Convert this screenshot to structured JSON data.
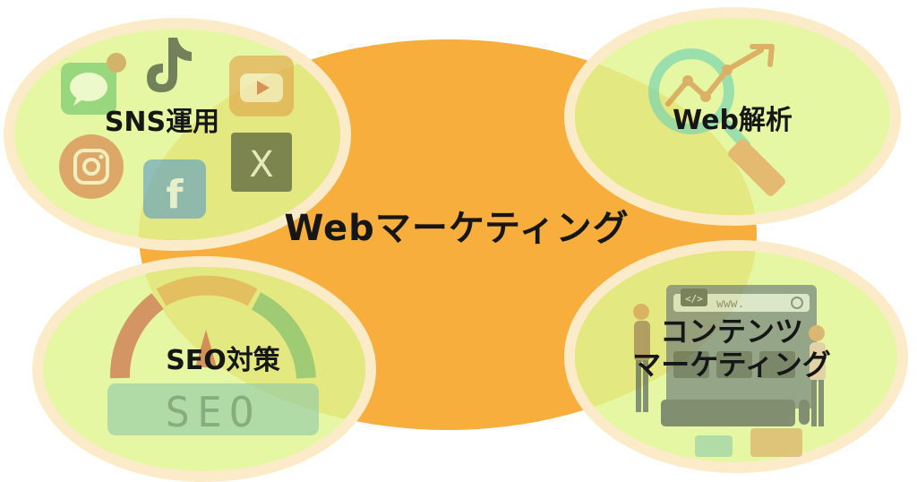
{
  "center": {
    "label": "Webマーケティング"
  },
  "nodes": {
    "sns": {
      "label": "SNS運用"
    },
    "web_analytics": {
      "label": "Web解析"
    },
    "seo": {
      "label": "SEO対策"
    },
    "content": {
      "line1": "コンテンツ",
      "line2": "マーケティング"
    }
  },
  "decorations": {
    "seo_badge_text": "SEO",
    "browser_url_text": "www.",
    "code_tag_text": "</>",
    "facebook_glyph": "f",
    "x_glyph": "X"
  },
  "colors": {
    "center_fill": "#F8AE3D",
    "bubble_fill": "#DFF58F",
    "bubble_ring": "#FBEBC9",
    "text": "#161616"
  }
}
